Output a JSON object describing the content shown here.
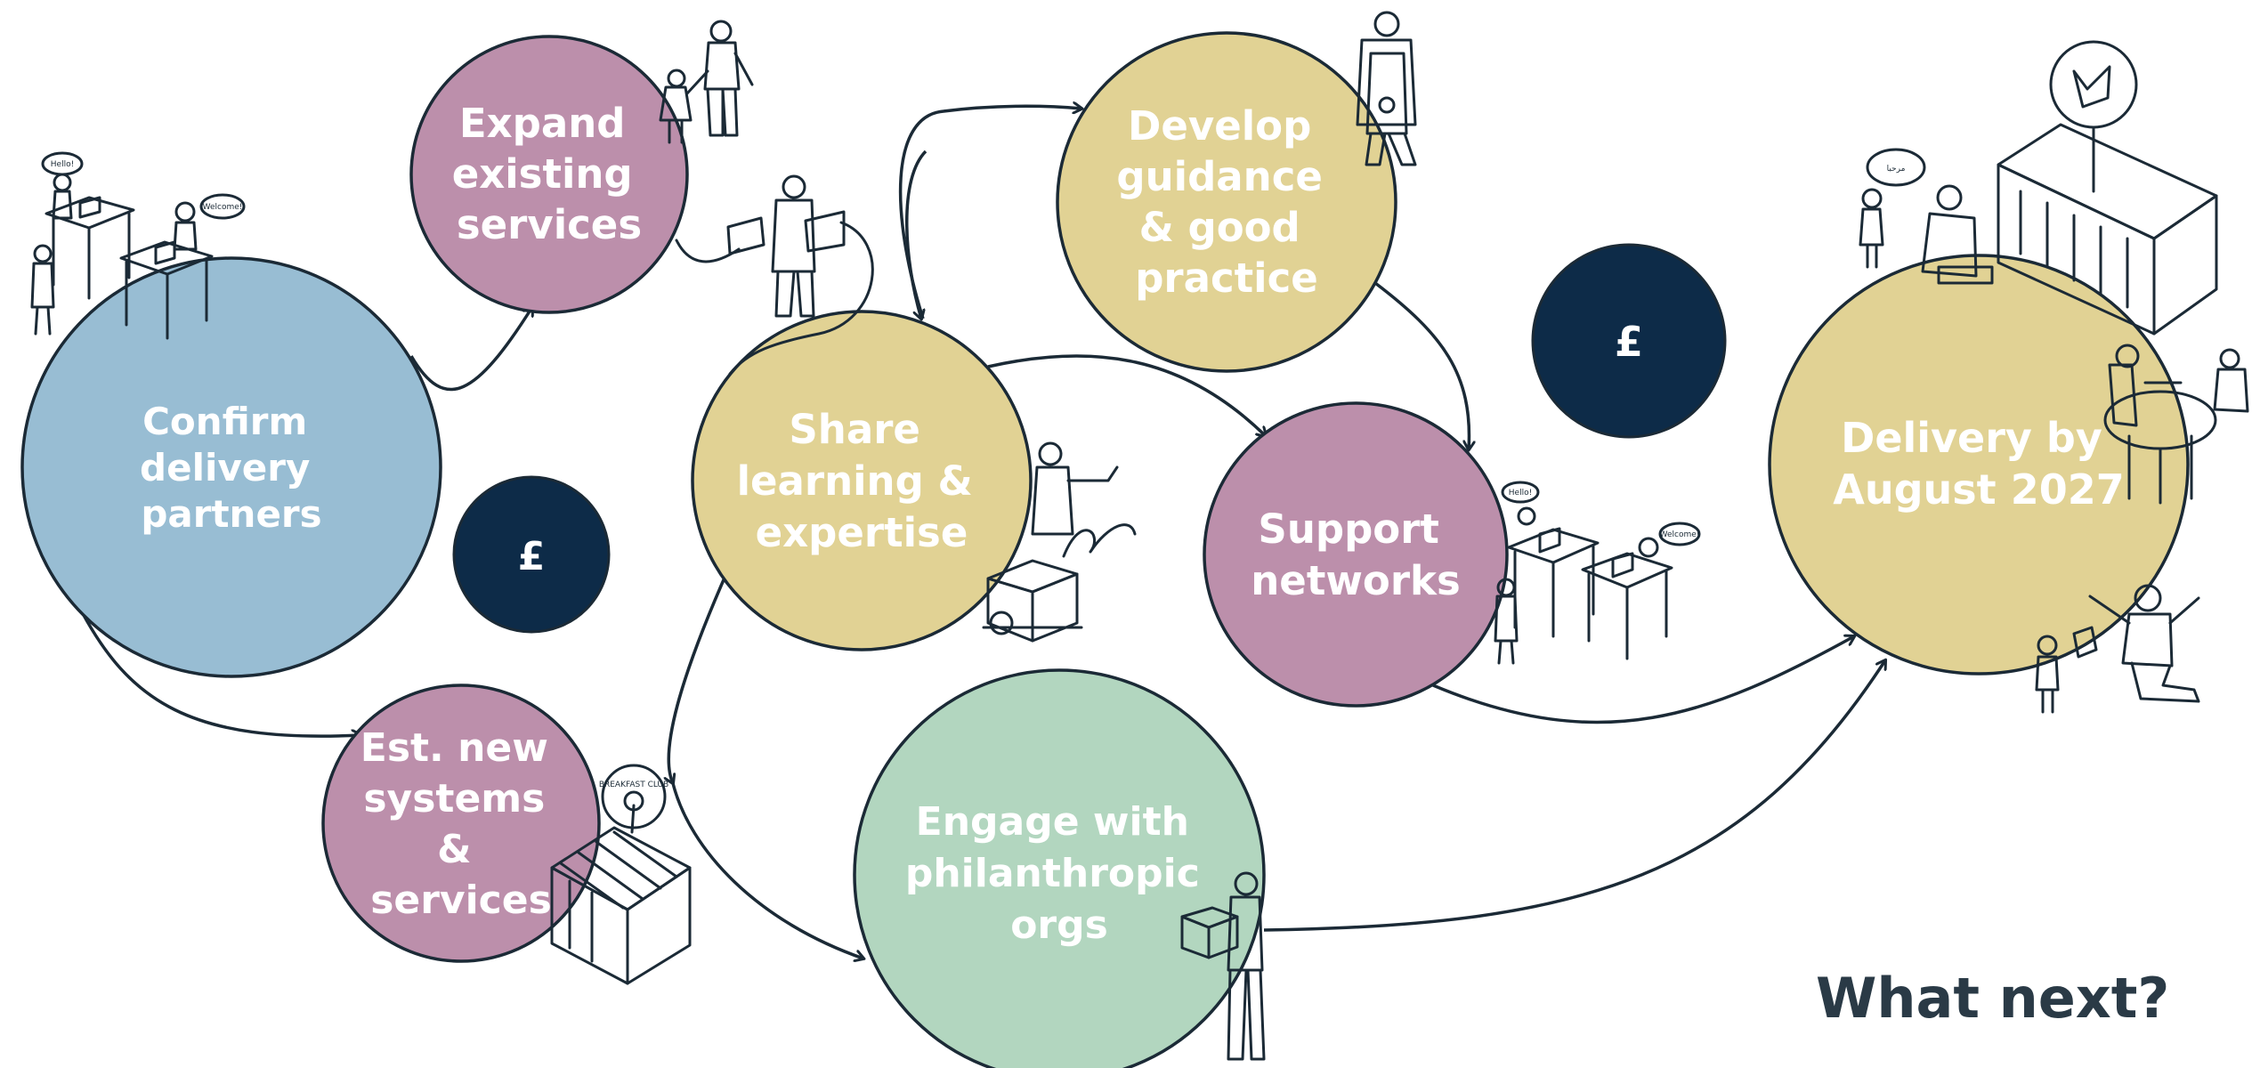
{
  "title": "What next?",
  "colors": {
    "blue": "#98bdd3",
    "pink": "#bc8fab",
    "yellow": "#e1d294",
    "green": "#b2d6bf",
    "navy": "#0d2b48",
    "stroke": "#1b2a36",
    "title": "#2a3a46"
  },
  "nodes": {
    "confirm": {
      "lines": [
        "Confirm",
        "delivery",
        "partners"
      ],
      "color": "blue"
    },
    "expand": {
      "lines": [
        "Expand",
        "existing",
        "services"
      ],
      "color": "pink"
    },
    "est_new": {
      "lines": [
        "Est. new",
        "systems",
        "&",
        "services"
      ],
      "color": "pink"
    },
    "share": {
      "lines": [
        "Share",
        "learning &",
        "expertise"
      ],
      "color": "yellow"
    },
    "develop": {
      "lines": [
        "Develop",
        "guidance",
        "& good",
        "practice"
      ],
      "color": "yellow"
    },
    "support": {
      "lines": [
        "Support",
        "networks"
      ],
      "color": "pink"
    },
    "engage": {
      "lines": [
        "Engage with",
        "philanthropic",
        "orgs"
      ],
      "color": "green"
    },
    "delivery": {
      "lines": [
        "Delivery by",
        "August 2027"
      ],
      "color": "yellow"
    }
  },
  "funding_badges": [
    {
      "label": "£"
    },
    {
      "label": "£"
    }
  ],
  "illustration_text": {
    "speech_hello": "Hello!",
    "speech_welcome": "Welcome!",
    "speech_arabic": "مرحبا",
    "breakfast_sign": "BREAKFAST CLUB"
  },
  "edges": [
    {
      "from": "confirm",
      "to": "expand"
    },
    {
      "from": "confirm",
      "to": "est_new"
    },
    {
      "from": "est_new",
      "to": "share"
    },
    {
      "from": "est_new",
      "to": "engage"
    },
    {
      "from": "share",
      "to": "develop"
    },
    {
      "from": "develop",
      "to": "share"
    },
    {
      "from": "share",
      "to": "support"
    },
    {
      "from": "develop",
      "to": "support"
    },
    {
      "from": "support",
      "to": "delivery"
    },
    {
      "from": "engage",
      "to": "delivery"
    }
  ]
}
